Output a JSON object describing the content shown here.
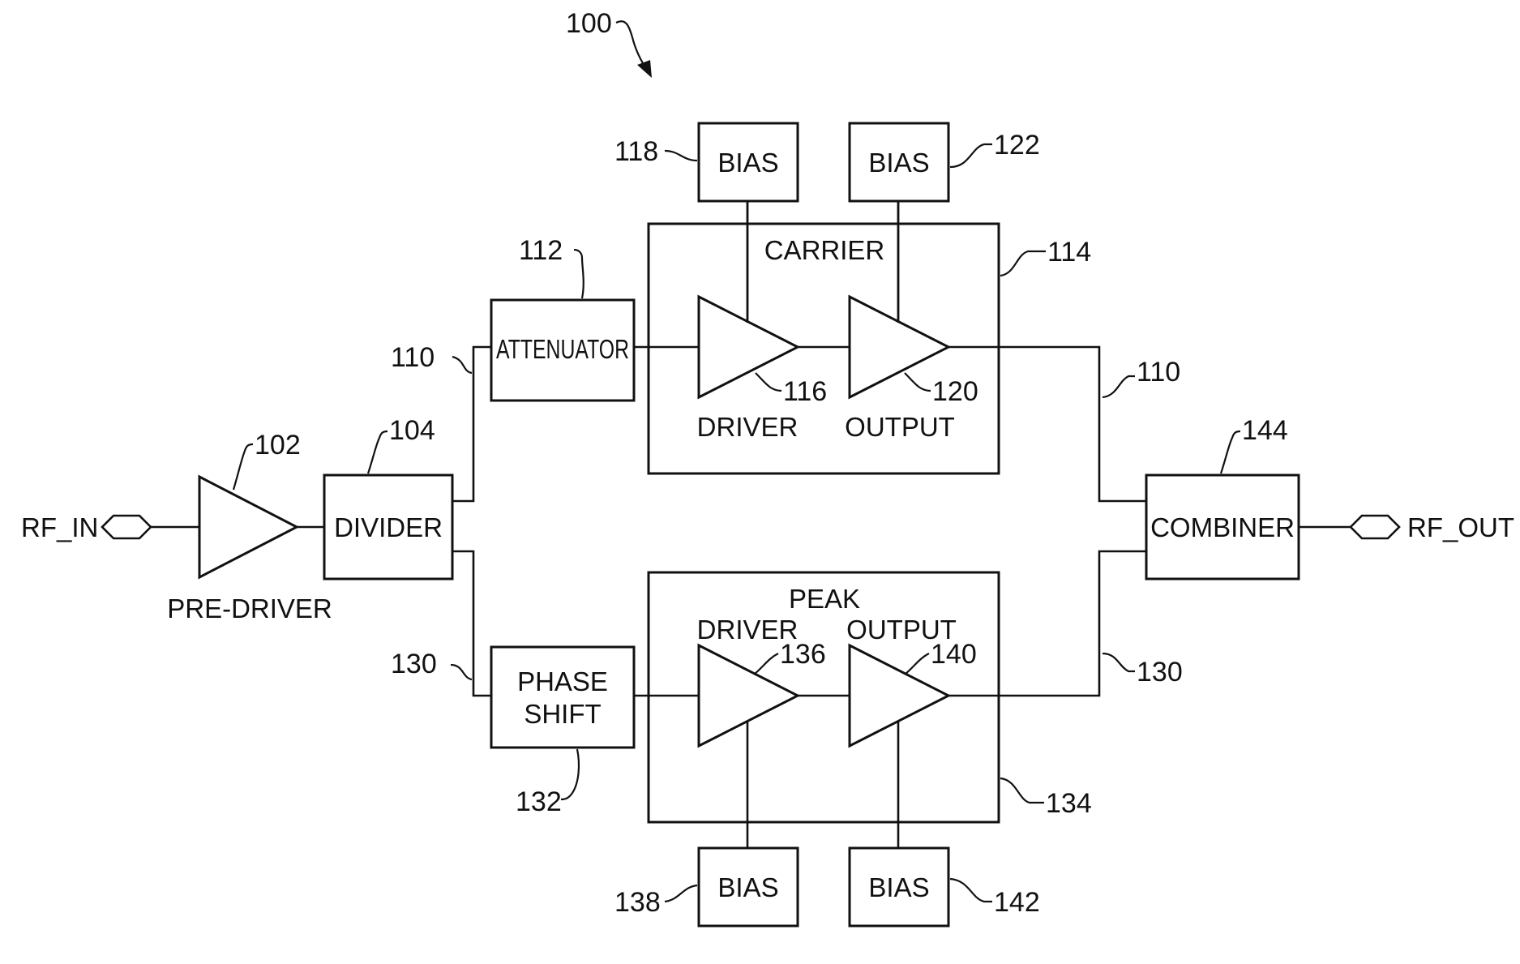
{
  "figure": {
    "ref_main": "100",
    "ports": {
      "input": "RF_IN",
      "output": "RF_OUT"
    },
    "pre_driver": {
      "label": "PRE-DRIVER",
      "ref": "102"
    },
    "divider": {
      "label": "DIVIDER",
      "ref": "104"
    },
    "attenuator": {
      "label": "ATTENUATOR",
      "ref": "112"
    },
    "phase_shift": {
      "line1": "PHASE",
      "line2": "SHIFT",
      "ref": "132"
    },
    "combiner": {
      "label": "COMBINER",
      "ref": "144"
    },
    "paths": {
      "carrier_top_ref": "110",
      "carrier_bottom_ref": "110",
      "peak_top_ref": "130",
      "peak_bottom_ref": "130"
    },
    "carrier": {
      "label": "CARRIER",
      "ref": "114",
      "driver_label": "DRIVER",
      "driver_ref": "116",
      "output_label": "OUTPUT",
      "output_ref": "120",
      "bias_driver": {
        "label": "BIAS",
        "ref": "118"
      },
      "bias_output": {
        "label": "BIAS",
        "ref": "122"
      }
    },
    "peak": {
      "label": "PEAK",
      "ref": "134",
      "driver_label": "DRIVER",
      "driver_ref": "136",
      "output_label": "OUTPUT",
      "output_ref": "140",
      "bias_driver": {
        "label": "BIAS",
        "ref": "138"
      },
      "bias_output": {
        "label": "BIAS",
        "ref": "142"
      }
    }
  }
}
